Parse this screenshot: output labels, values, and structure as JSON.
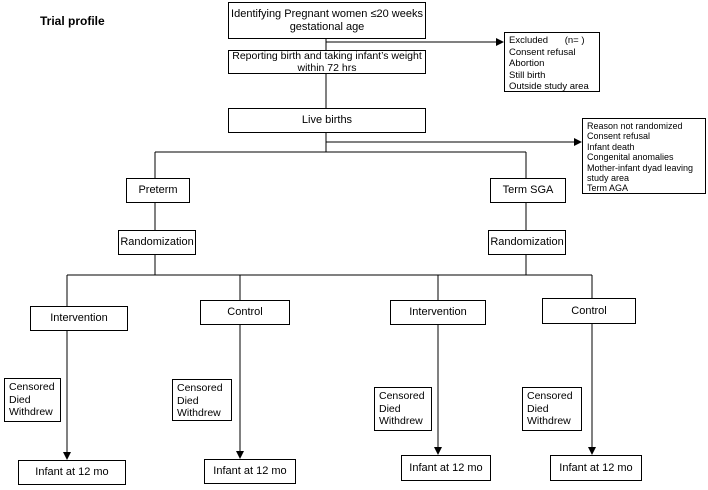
{
  "title": "Trial profile",
  "identify": {
    "line1": "Identifying Pregnant women ≤20 weeks",
    "line2": "gestational age"
  },
  "reporting": {
    "line1": "Reporting birth and taking infant’s weight",
    "line2": "within 72 hrs"
  },
  "excluded": {
    "heading": "Excluded",
    "count": "(n= )",
    "items": [
      "Consent refusal",
      "Abortion",
      "Still birth",
      "Outside study area"
    ]
  },
  "live_births": "Live births",
  "not_randomized": {
    "heading": "Reason not randomized",
    "items": [
      "Consent refusal",
      "Infant death",
      "Congenital anomalies",
      "Mother-infant dyad leaving",
      "study area",
      "Term AGA"
    ]
  },
  "preterm": "Preterm",
  "term_sga": "Term SGA",
  "randomization": "Randomization",
  "intervention": "Intervention",
  "control": "Control",
  "attrition": [
    "Censored",
    "Died",
    "Withdrew"
  ],
  "outcome": "Infant at 12 mo"
}
